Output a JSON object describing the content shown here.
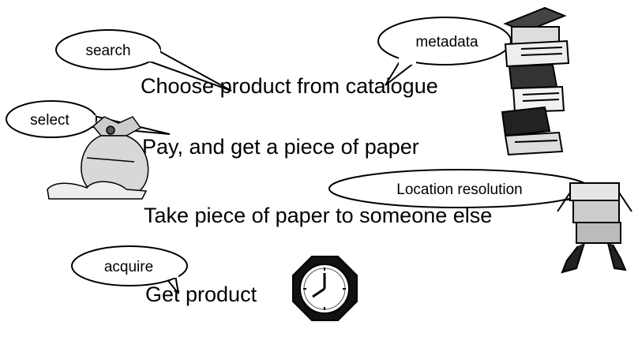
{
  "steps": [
    "Choose product from catalogue",
    "Pay, and get a piece of paper",
    "Take piece of paper to someone else",
    "Get product"
  ],
  "callouts": {
    "search": "search",
    "metadata": "metadata",
    "select": "select",
    "location": "Location resolution",
    "acquire": "acquire"
  },
  "illustrations": [
    "book-stack-icon",
    "money-bag-icon",
    "person-carrying-books-icon",
    "clock-icon"
  ]
}
